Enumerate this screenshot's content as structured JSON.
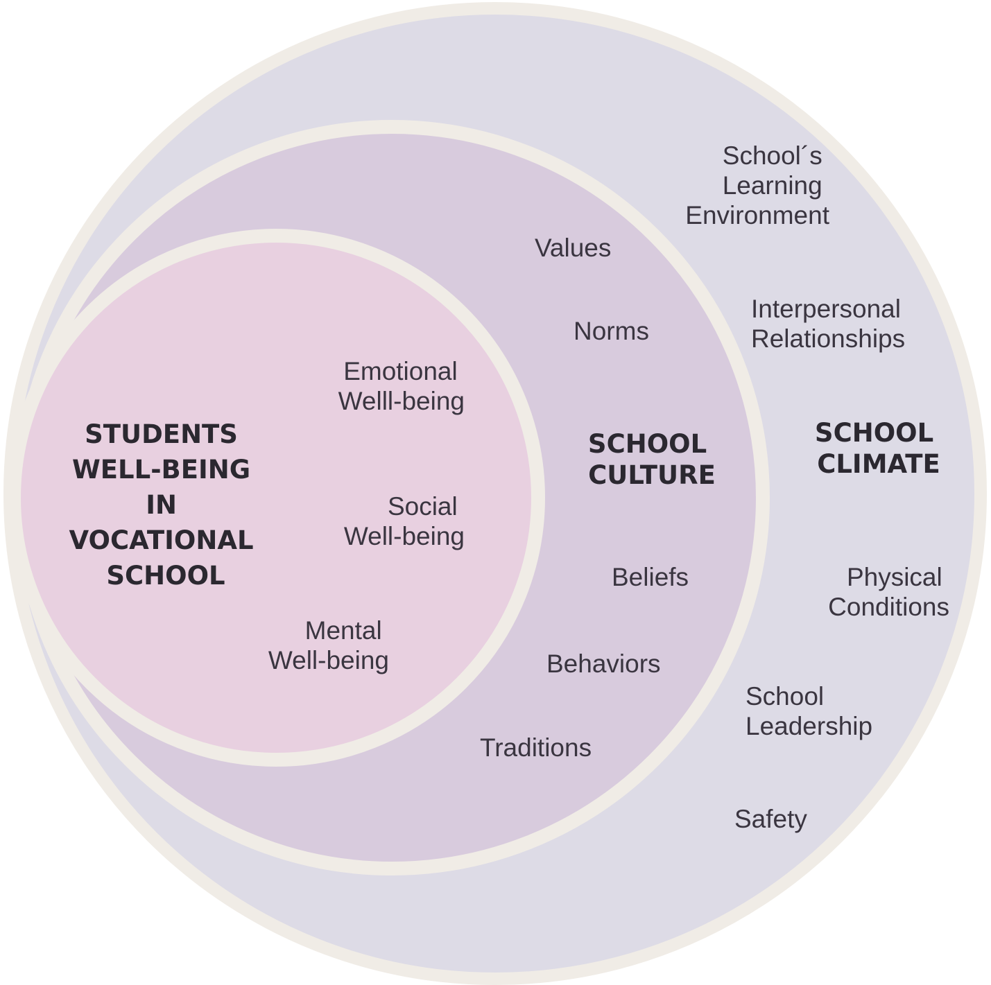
{
  "colors": {
    "background": "#ffffff",
    "border": "#f0ece6",
    "climate_fill": "#dddbe6",
    "culture_fill": "#d8cbdd",
    "wellbeing_fill": "#e8d0e0",
    "text": "#3a3540"
  },
  "climate": {
    "title": [
      "SCHOOL",
      "CLIMATE"
    ],
    "items": [
      [
        "School´s",
        "Learning",
        "Environment"
      ],
      [
        "Interpersonal",
        "Relationships"
      ],
      [
        "Physical",
        "Conditions"
      ],
      [
        "School",
        "Leadership"
      ],
      [
        "Safety"
      ]
    ]
  },
  "culture": {
    "title": [
      "SCHOOL",
      "CULTURE"
    ],
    "items": [
      [
        "Values"
      ],
      [
        "Norms"
      ],
      [
        "Beliefs"
      ],
      [
        "Behaviors"
      ],
      [
        "Traditions"
      ]
    ]
  },
  "wellbeing": {
    "title": [
      "STUDENTS",
      "WELL-BEING",
      "IN",
      "VOCATIONAL",
      "SCHOOL"
    ],
    "items": [
      [
        "Emotional",
        "Welll-being"
      ],
      [
        "Social",
        "Well-being"
      ],
      [
        "Mental",
        "Well-being"
      ]
    ]
  }
}
